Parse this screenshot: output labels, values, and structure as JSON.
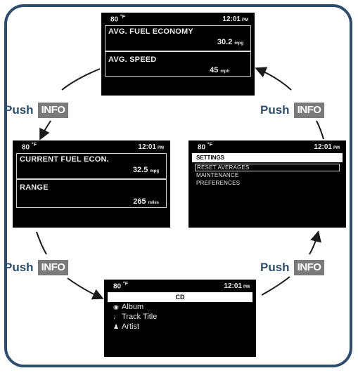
{
  "screens": {
    "avg": {
      "temp": "80",
      "deg": "°F",
      "time": "12:01",
      "ampm": "PM",
      "label1": "AVG. FUEL ECONOMY",
      "value1": "30.2",
      "unit1": "mpg",
      "label2": "AVG. SPEED",
      "value2": "45",
      "unit2": "mph"
    },
    "current": {
      "temp": "80",
      "deg": "°F",
      "time": "12:01",
      "ampm": "PM",
      "label1": "CURRENT FUEL ECON.",
      "value1": "32.5",
      "unit1": "mpg",
      "label2": "RANGE",
      "value2": "265",
      "unit2": "miles"
    },
    "settings": {
      "temp": "80",
      "deg": "°F",
      "time": "12:01",
      "ampm": "PM",
      "title": "SETTINGS",
      "items": [
        "RESET AVERAGES",
        "MAINTENANCE",
        "PREFERENCES"
      ]
    },
    "cd": {
      "temp": "80",
      "deg": "°F",
      "time": "12:01",
      "ampm": "PM",
      "title": "CD",
      "rows": [
        "Album",
        "Track Title",
        "Artist"
      ]
    }
  },
  "push": {
    "word": "Push",
    "key": "INFO"
  },
  "colors": {
    "frame": "#2d4d6e",
    "key": "#7a7a7a",
    "screen": "#000000"
  }
}
